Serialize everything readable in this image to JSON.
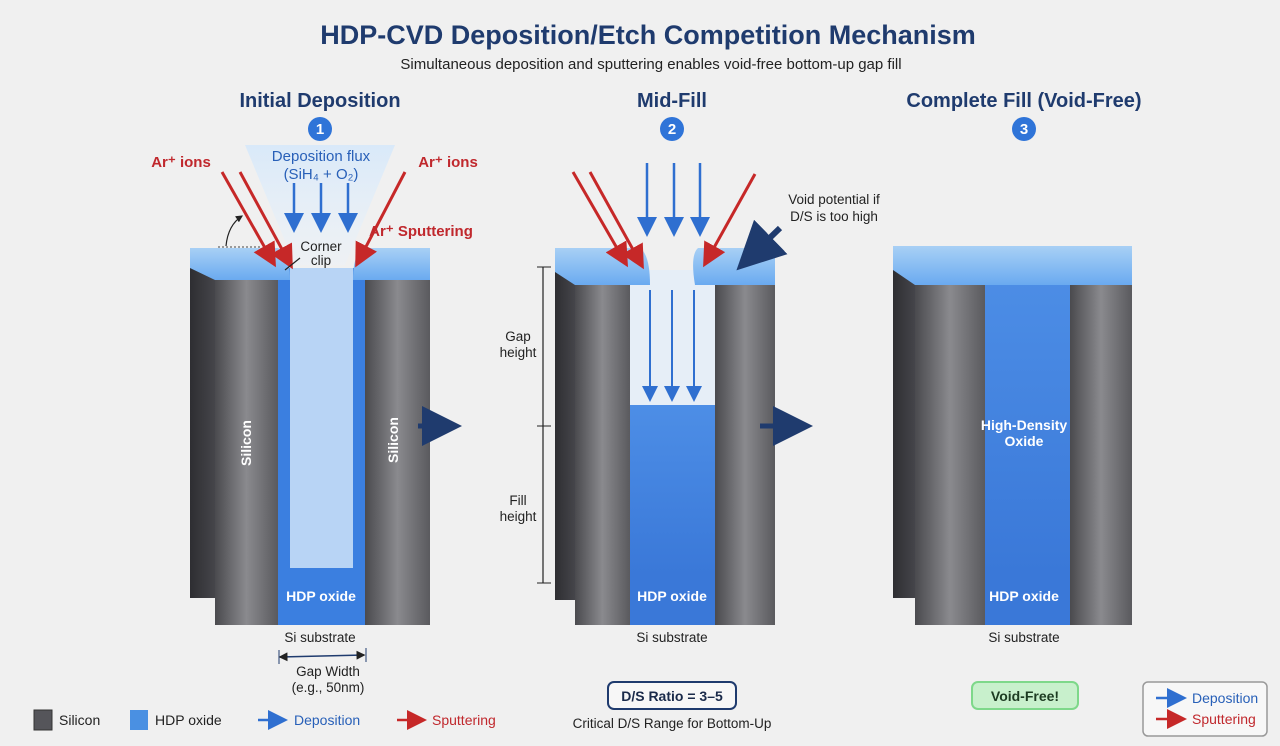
{
  "title": "HDP-CVD Deposition/Etch Competition Mechanism",
  "subtitle": "Simultaneous deposition and sputtering enables void-free bottom-up gap fill",
  "colors": {
    "silicon": "#5a5a5e",
    "oxide": "#4a90e2",
    "deposition": "#2f6fd0",
    "sputtering": "#c62828",
    "title": "#1f3b6e",
    "void_free_bg": "#c8f0cc"
  },
  "stages": [
    {
      "number": "1",
      "title": "Initial Deposition",
      "ar_ions_left": "Ar⁺ ions",
      "ar_ions_right": "Ar⁺ ions",
      "flux_line1": "Deposition flux",
      "flux_line2": "(SiH₄ + O₂)",
      "sputtering": "Ar⁺ Sputtering",
      "corner1": "Corner",
      "corner2": "clip",
      "silicon_left": "Silicon",
      "silicon_right": "Silicon",
      "oxide": "HDP oxide",
      "substrate": "Si substrate",
      "gap_width1": "Gap Width",
      "gap_width2": "(e.g., 50nm)"
    },
    {
      "number": "2",
      "title": "Mid-Fill",
      "void1": "Void potential if",
      "void2": "D/S is too high",
      "gap1": "Gap",
      "gap2": "height",
      "fill1": "Fill",
      "fill2": "height",
      "oxide": "HDP oxide",
      "substrate": "Si substrate",
      "ratio": "D/S Ratio = 3–5",
      "ratio_caption": "Critical D/S Range for Bottom-Up"
    },
    {
      "number": "3",
      "title": "Complete Fill (Void-Free)",
      "fill1": "High-Density",
      "fill2": "Oxide",
      "oxide": "HDP oxide",
      "substrate": "Si substrate",
      "badge": "Void-Free!"
    }
  ],
  "legend": [
    {
      "icon": "silicon-swatch",
      "label": "Silicon"
    },
    {
      "icon": "oxide-swatch",
      "label": "HDP oxide"
    },
    {
      "icon": "blue-arrow",
      "label": "Deposition"
    },
    {
      "icon": "red-arrow",
      "label": "Sputtering"
    }
  ],
  "legend_box": [
    {
      "icon": "blue-arrow",
      "label": "Deposition"
    },
    {
      "icon": "red-arrow",
      "label": "Sputtering"
    }
  ]
}
